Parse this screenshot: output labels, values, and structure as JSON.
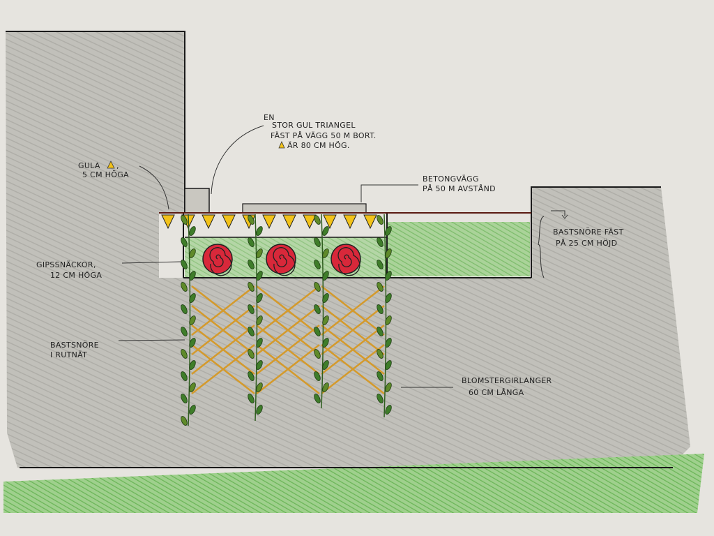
{
  "labels": {
    "big_triangle_prefix": "EN",
    "big_triangle_line1": "STOR GUL TRIANGEL",
    "big_triangle_line2": "FÄST PÅ VÄGG 50 M BORT.",
    "big_triangle_line3": "ÄR 80 CM HÖG.",
    "yellow_triangles_line1": "GULA",
    "yellow_triangles_line2": "5 CM HÖGA",
    "concrete_wall_line1": "BETONGVÄGG",
    "concrete_wall_line2": "PÅ 50 M AVSTÅND",
    "bast_string_line1": "BASTSNÖRE FÄST",
    "bast_string_line2": "PÅ 25 CM HÖJD",
    "shells_line1": "GIPSSNÄCKOR,",
    "shells_line2": "12 CM HÖGA",
    "grid_line1": "BASTSNÖRE",
    "grid_line2": "I RUTNÄT",
    "garlands_line1": "BLOMSTERGIRLANGER",
    "garlands_line2": "60 CM LÅNGA"
  },
  "colors": {
    "paper": "#e6e4df",
    "pencil_gray": "#b9b8b2",
    "grass_green": "#7cc36a",
    "triangle_yellow": "#f2c21a",
    "shell_red": "#d8283a",
    "lattice_orange": "#d49a2c",
    "leaf_green": "#3f7d2a"
  }
}
